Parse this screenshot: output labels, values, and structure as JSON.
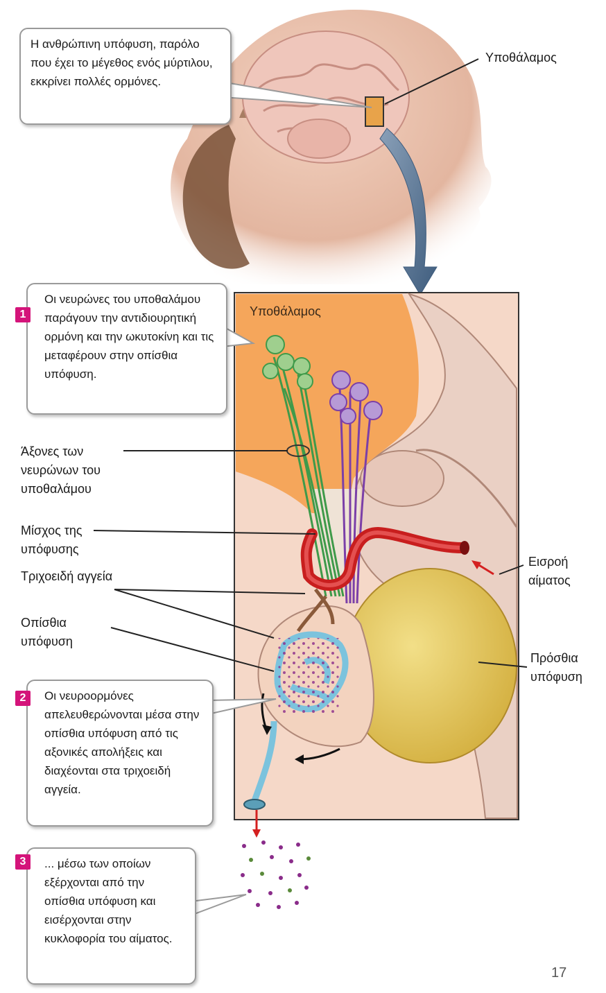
{
  "callouts": {
    "intro": "Η ανθρώπινη υπόφυση, παρόλο που έχει το μέγεθος ενός μύρτιλου, εκκρίνει πολλές ορμόνες.",
    "step1": {
      "number": "1",
      "text": "Οι νευρώνες του υποθαλάμου παράγουν την αντιδιουρητική ορμόνη και την ωκυτοκίνη και τις μεταφέρουν στην οπίσθια υπόφυση."
    },
    "step2": {
      "number": "2",
      "text": "Οι νευροορμόνες απελευθερώνονται μέσα στην οπίσθια υπόφυση από τις αξονικές απολήξεις και διαχέονται στα τριχοειδή αγγεία."
    },
    "step3": {
      "number": "3",
      "text": "... μέσω των οποίων εξέρχονται από την οπίσθια υπόφυση και εισέρχονται στην κυκλοφορία του αίματος."
    }
  },
  "labels": {
    "hypothalamus_head": "Υποθάλαμος",
    "hypothalamus_inset": "Υποθάλαμος",
    "axons": "Άξονες των νευρώνων του υποθαλάμου",
    "stalk": "Μίσχος της υπόφυσης",
    "capillaries": "Τριχοειδή αγγεία",
    "posterior": "Οπίσθια υπόφυση",
    "blood_in": "Εισροή αίματος",
    "anterior": "Πρόσθια υπόφυση"
  },
  "page_number": "17",
  "colors": {
    "badge": "#d4147a",
    "hypothalamus": "#f5a65b",
    "anterior_pituitary": "#e6c65a",
    "artery": "#d42020",
    "capillary_blue": "#7cc3dd",
    "neuron_green": "#3f9a4a",
    "neuron_purple": "#7b3fa8"
  }
}
